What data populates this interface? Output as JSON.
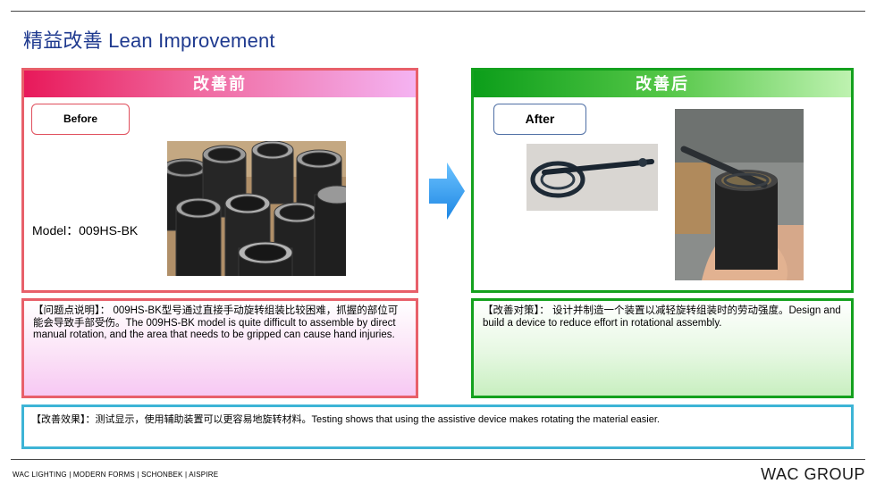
{
  "title": "精益改善 Lean Improvement",
  "before": {
    "header": "改善前",
    "tag": "Before",
    "model": "Model：009HS-BK",
    "photo_icon": "black-metal-cylinders-photo"
  },
  "after": {
    "header": "改善后",
    "tag": "After",
    "photo_icons": [
      "assembly-tool-photo",
      "tool-in-use-photo"
    ]
  },
  "arrow_icon": "right-arrow-icon",
  "problem": {
    "label": "【问题点说明】：",
    "text": " 009HS-BK型号通过直接手动旋转组装比较困难，抓握的部位可能会导致手部受伤。The 009HS-BK model is quite difficult to assemble by direct manual rotation, and the area that needs to be gripped can cause hand injuries."
  },
  "measure": {
    "label": "【改善对策】：",
    "text": " 设计并制造一个装置以减轻旋转组装时的劳动强度。Design and build a device to reduce effort in rotational assembly."
  },
  "effect": {
    "label": "【改善效果】：",
    "text": "测试显示，使用辅助装置可以更容易地旋转材料。Testing shows that using the assistive device makes rotating the material easier."
  },
  "footer": {
    "brands": "WAC LIGHTING  |  MODERN FORMS  |  SCHONBEK  |  AISPIRE",
    "logo": "WAC GROUP"
  },
  "colors": {
    "title": "#1f3a8f",
    "before_border": "#e8606a",
    "after_border": "#14a11e",
    "effect_border": "#3db4d6",
    "arrow": "#2e97ea"
  }
}
